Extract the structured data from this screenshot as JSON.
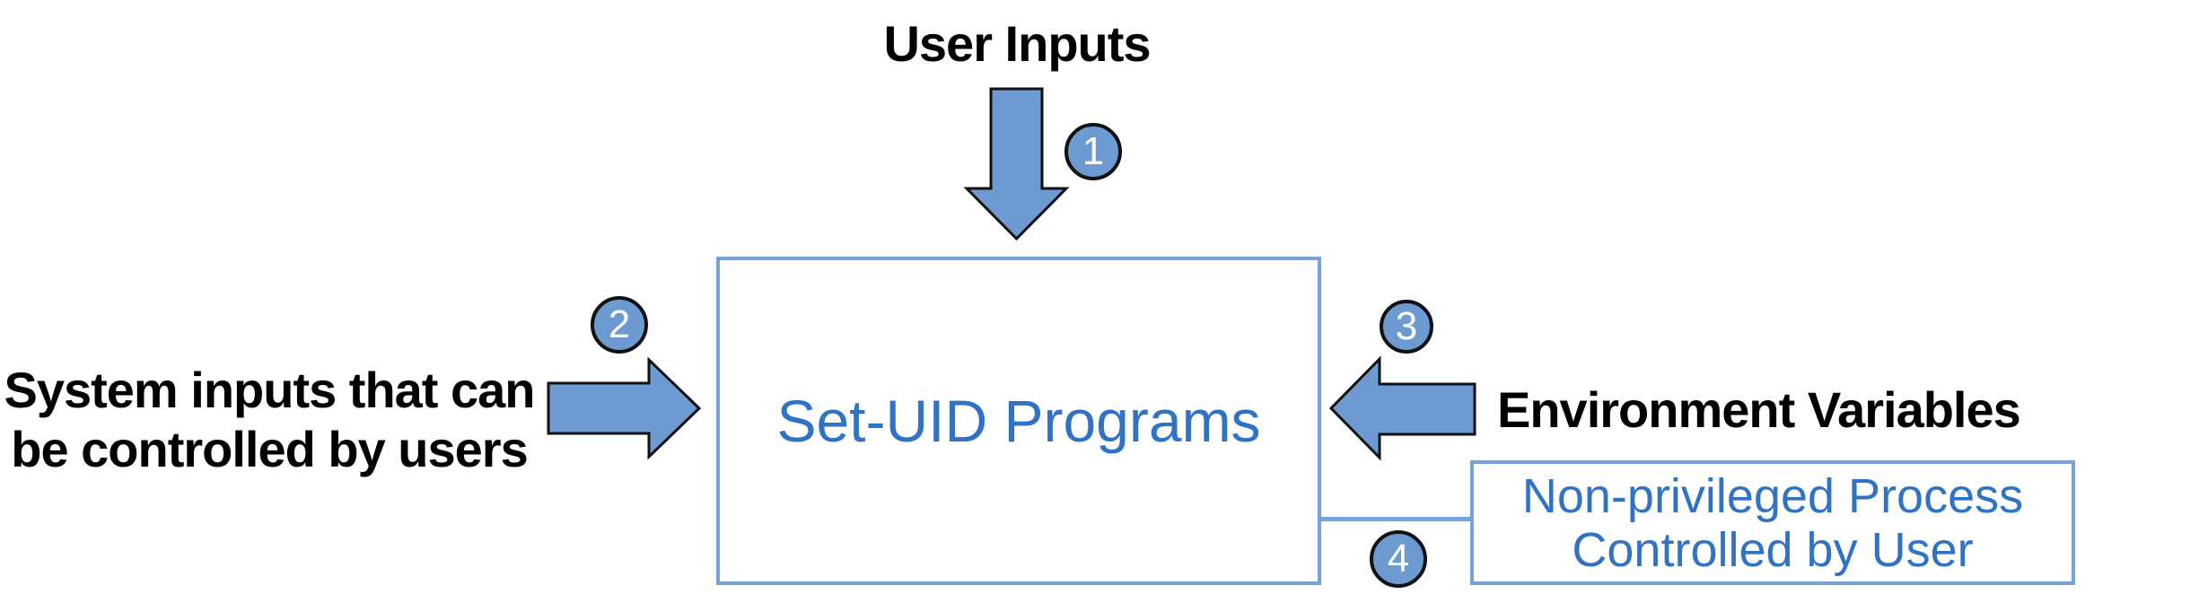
{
  "colors": {
    "background": "#ffffff",
    "arrow_fill": "#6d9bd1",
    "arrow_outline": "#111111",
    "box_border": "#78a3da",
    "blue_text": "#2f72c6",
    "black_text": "#000000",
    "badge_fill": "#6d9bd1",
    "badge_text": "#ffffff"
  },
  "diagram": {
    "top_label": "User Inputs",
    "left_label": {
      "line1": "System inputs that can",
      "line2": "be controlled by users"
    },
    "right_label": "Environment Variables",
    "center_box": {
      "label": "Set-UID Programs"
    },
    "bottom_box": {
      "line1": "Non-privileged Process",
      "line2": "Controlled by User"
    },
    "badges": {
      "one": "1",
      "two": "2",
      "three": "3",
      "four": "4"
    }
  }
}
